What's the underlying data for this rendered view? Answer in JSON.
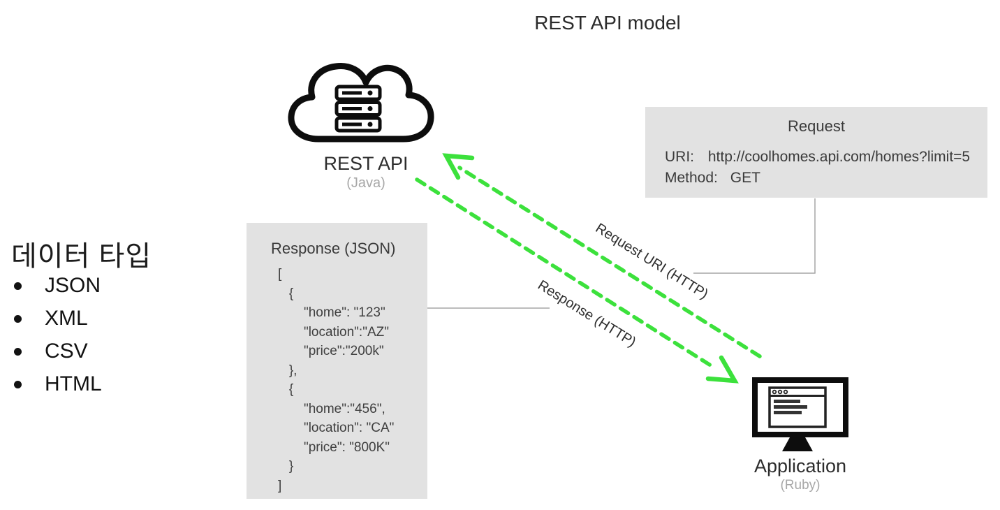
{
  "title": "REST API model",
  "colors": {
    "arrow_green": "#3CE13C",
    "box_bg": "#e2e2e2",
    "icon_black": "#0d0d0d",
    "muted_text": "#a8a8a8",
    "connector_grey": "#a6a6a6"
  },
  "nodes": {
    "rest_api": {
      "label": "REST API",
      "sublabel": "(Java)",
      "icon": "cloud-server-icon"
    },
    "application": {
      "label": "Application",
      "sublabel": "(Ruby)",
      "icon": "monitor-icon"
    }
  },
  "request_box": {
    "title": "Request",
    "uri_label": "URI:",
    "uri_value": "http://coolhomes.api.com/homes?limit=5",
    "method_label": "Method:",
    "method_value": "GET"
  },
  "response_box": {
    "title": "Response (JSON)",
    "json": "[\n   {\n       \"home\": \"123\"\n       \"location\":\"AZ\"\n       \"price\":\"200k\"\n   },\n   {\n       \"home\":\"456\",\n       \"location\": \"CA\"\n       \"price\": \"800K\"\n   }\n]"
  },
  "arrows": {
    "request_label": "Request URI (HTTP)",
    "response_label": "Response (HTTP)"
  },
  "sidebar": {
    "heading": "데이터 타입",
    "items": [
      "JSON",
      "XML",
      "CSV",
      "HTML"
    ]
  }
}
